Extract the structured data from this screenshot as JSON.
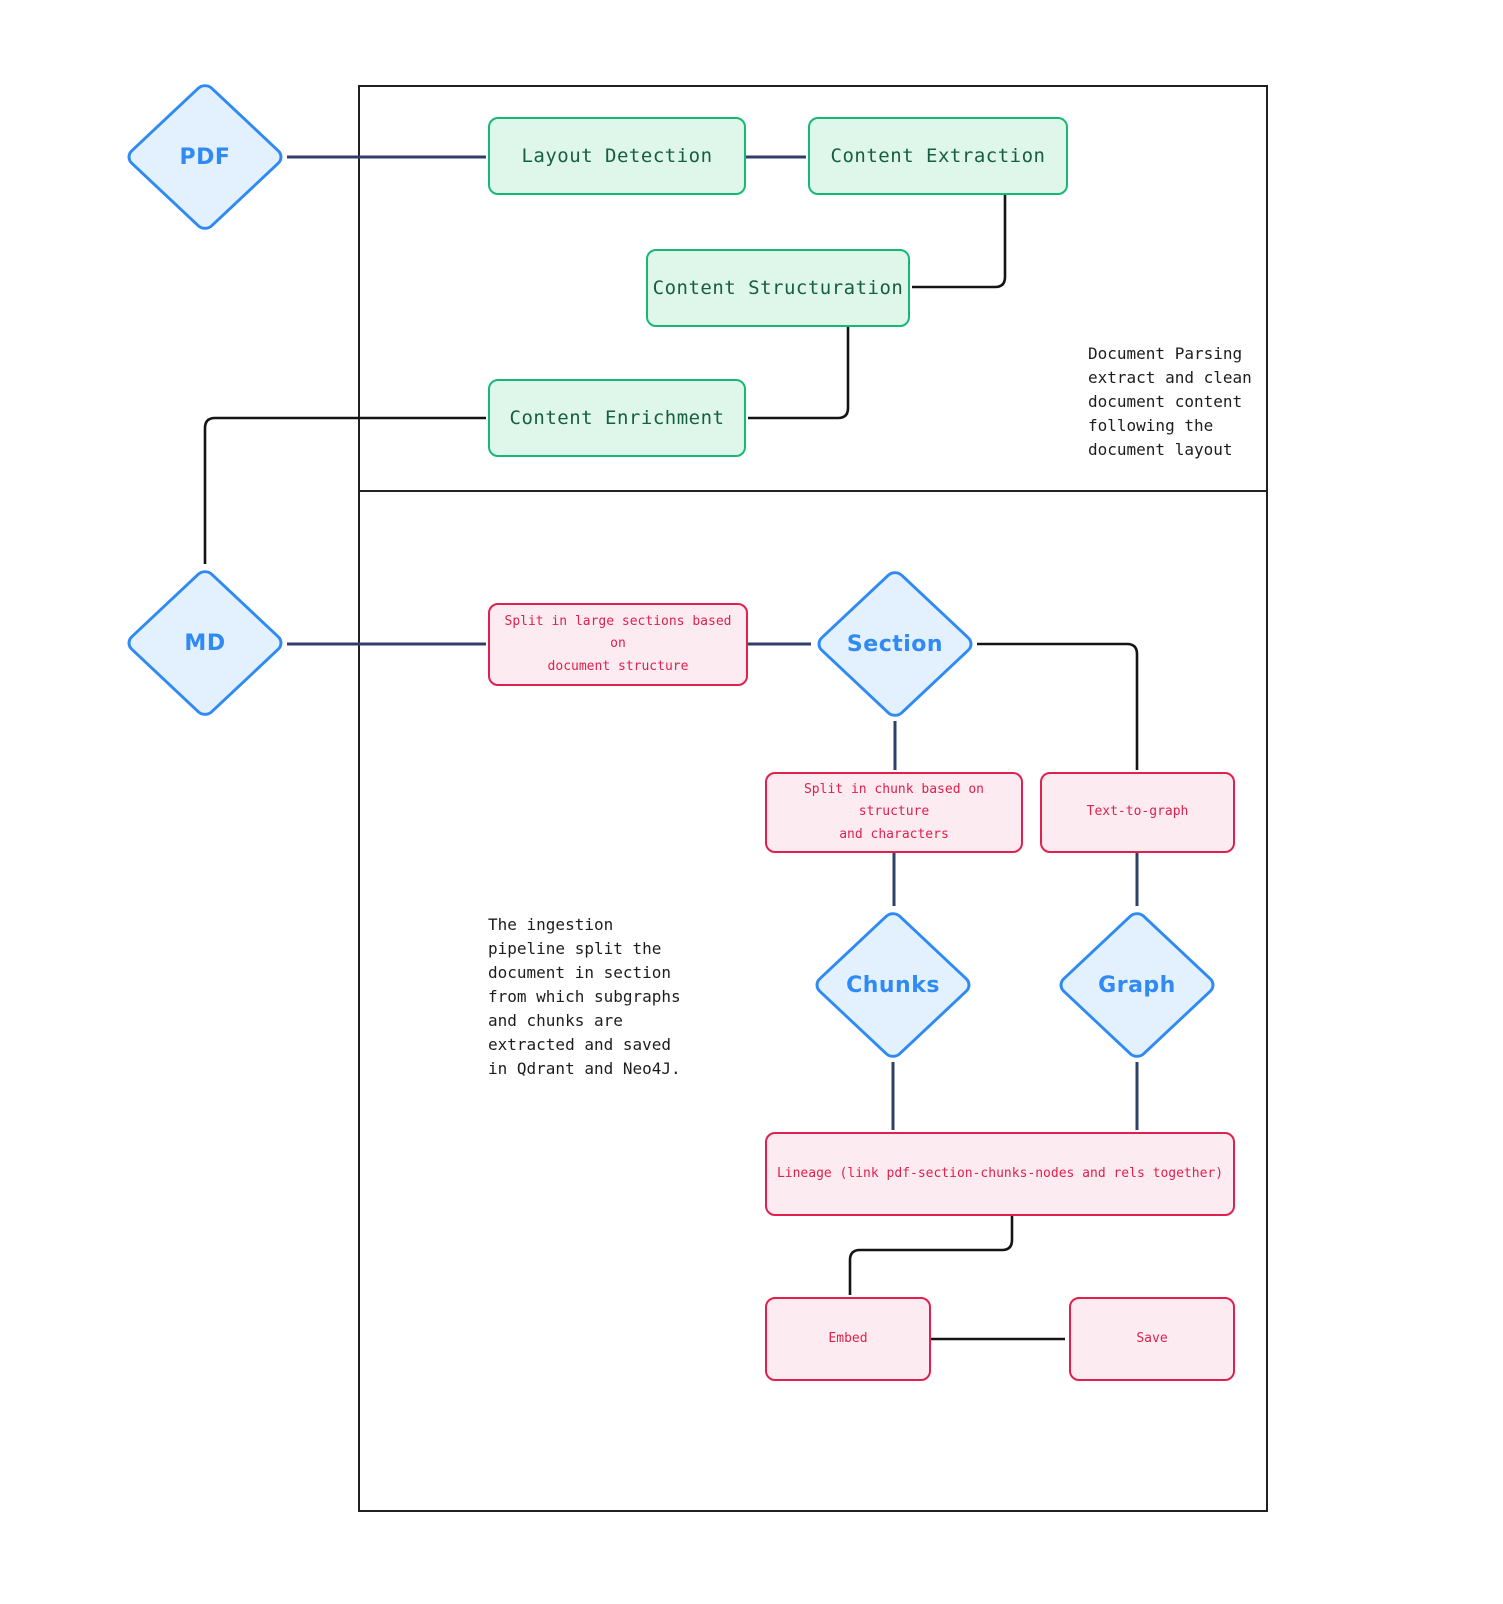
{
  "diagram": {
    "type": "flowchart",
    "background": "#ffffff"
  },
  "colors": {
    "diamond_border": "#2f8af3",
    "diamond_fill": "#e3f0fd",
    "diamond_text": "#2f8af3",
    "process_border": "#17b877",
    "process_fill": "#def7ea",
    "process_text": "#155e3f",
    "task_border": "#e0204e",
    "task_fill": "#fcebf0",
    "task_text": "#e0204e",
    "arrow_primary": "#2f3f68",
    "arrow_secondary": "#141414",
    "frame_border": "#212121"
  },
  "nodes": {
    "pdf": {
      "label": "PDF",
      "shape": "diamond"
    },
    "md": {
      "label": "MD",
      "shape": "diamond"
    },
    "section": {
      "label": "Section",
      "shape": "diamond"
    },
    "chunks": {
      "label": "Chunks",
      "shape": "diamond"
    },
    "graph": {
      "label": "Graph",
      "shape": "diamond"
    },
    "layout_detection": {
      "label": "Layout Detection",
      "shape": "process"
    },
    "content_extraction": {
      "label": "Content Extraction",
      "shape": "process"
    },
    "content_structuration": {
      "label": "Content Structuration",
      "shape": "process"
    },
    "content_enrichment": {
      "label": "Content Enrichment",
      "shape": "process"
    },
    "split_sections": {
      "label": "Split in large sections based on\ndocument structure",
      "shape": "task"
    },
    "split_chunks": {
      "label": "Split in chunk based on structure\nand characters",
      "shape": "task"
    },
    "text_to_graph": {
      "label": "Text-to-graph",
      "shape": "task"
    },
    "lineage": {
      "label": "Lineage (link pdf-section-chunks-nodes and rels together)",
      "shape": "task"
    },
    "embed": {
      "label": "Embed",
      "shape": "task"
    },
    "save": {
      "label": "Save",
      "shape": "task"
    }
  },
  "notes": {
    "document_parsing": {
      "text": "Document Parsing\nextract and clean\ndocument content\nfollowing the\ndocument layout"
    },
    "ingestion": {
      "text": "The ingestion\npipeline split the\ndocument in section\nfrom which subgraphs\nand chunks are\nextracted and saved\nin Qdrant and Neo4J."
    }
  },
  "edges": [
    {
      "from": "pdf",
      "to": "layout_detection"
    },
    {
      "from": "layout_detection",
      "to": "content_extraction"
    },
    {
      "from": "content_extraction",
      "to": "content_structuration"
    },
    {
      "from": "content_structuration",
      "to": "content_enrichment"
    },
    {
      "from": "content_enrichment",
      "to": "md"
    },
    {
      "from": "md",
      "to": "split_sections"
    },
    {
      "from": "split_sections",
      "to": "section"
    },
    {
      "from": "section",
      "to": "split_chunks"
    },
    {
      "from": "section",
      "to": "text_to_graph"
    },
    {
      "from": "split_chunks",
      "to": "chunks"
    },
    {
      "from": "text_to_graph",
      "to": "graph"
    },
    {
      "from": "chunks",
      "to": "lineage"
    },
    {
      "from": "graph",
      "to": "lineage"
    },
    {
      "from": "lineage",
      "to": "embed"
    },
    {
      "from": "embed",
      "to": "save"
    }
  ]
}
